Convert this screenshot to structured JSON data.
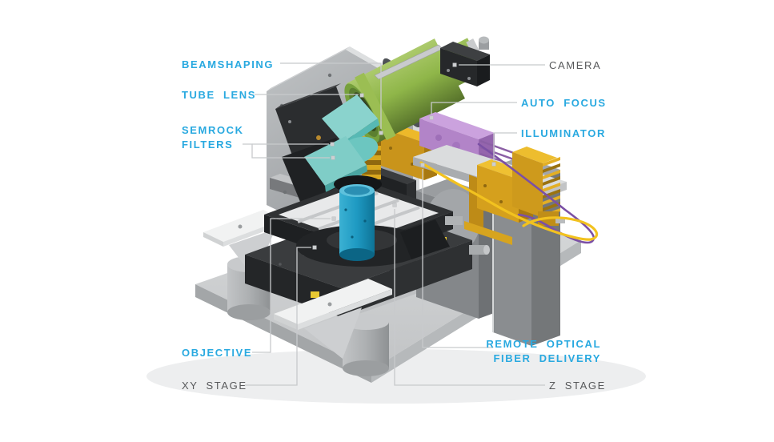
{
  "figure": {
    "description": "Isometric 3D rendering of an automated fluorescence microscope assembly with callout labels",
    "background": "#FFFFFF",
    "palette": {
      "label_cyan": "#29A9E0",
      "label_gray": "#58595B",
      "leader_line": "#C8CACC",
      "base_gray": "#C9CBCD",
      "plate_gray": "#A7AAAD",
      "metal_black": "#26282A",
      "tube_lens_green": "#8FB649",
      "filter_teal": "#7ECFC9",
      "objective_blue": "#1E99C2",
      "gold": "#D5A01D",
      "autofocus_purple": "#B284C8",
      "fiber_yellow": "#F2C21F",
      "fiber_purple": "#7B50A5"
    },
    "labels": {
      "beamshaping": {
        "text": "BEAMSHAPING",
        "color": "#29A9E0"
      },
      "tube_lens": {
        "text": "TUBE LENS",
        "color": "#29A9E0"
      },
      "semrock_filters": {
        "text": "SEMROCK\nFILTERS",
        "color": "#29A9E0"
      },
      "camera": {
        "text": "CAMERA",
        "color": "#58595B"
      },
      "auto_focus": {
        "text": "AUTO FOCUS",
        "color": "#29A9E0"
      },
      "illuminator": {
        "text": "ILLUMINATOR",
        "color": "#29A9E0"
      },
      "objective": {
        "text": "OBJECTIVE",
        "color": "#29A9E0"
      },
      "xy_stage": {
        "text": "XY STAGE",
        "color": "#58595B"
      },
      "remote_fiber": {
        "text": "REMOTE OPTICAL\nFIBER DELIVERY",
        "color": "#29A9E0"
      },
      "z_stage": {
        "text": "Z STAGE",
        "color": "#58595B"
      }
    },
    "components": [
      {
        "id": "base-plate",
        "name": "Base plate",
        "color": "#C9CBCD"
      },
      {
        "id": "back-plate",
        "name": "Vertical mounting plate",
        "color": "#A7AAAD"
      },
      {
        "id": "tube-lens-barrel",
        "name": "Tube lens barrel",
        "color": "#8FB649"
      },
      {
        "id": "camera-unit",
        "name": "Camera",
        "color": "#26282A"
      },
      {
        "id": "semrock-filters",
        "name": "Semrock filters",
        "color": "#7ECFC9"
      },
      {
        "id": "objective-unit",
        "name": "Objective",
        "color": "#1E99C2"
      },
      {
        "id": "xy-stage-unit",
        "name": "XY stage",
        "color": "#26282A"
      },
      {
        "id": "z-stage-unit",
        "name": "Z stage",
        "color": "#202224"
      },
      {
        "id": "beamshaping-unit",
        "name": "Beamshaping module",
        "color": "#D5A01D"
      },
      {
        "id": "auto-focus-unit",
        "name": "Auto focus module",
        "color": "#B284C8"
      },
      {
        "id": "illuminator-unit",
        "name": "Illuminator",
        "color": "#D5A01D"
      },
      {
        "id": "fiber-delivery",
        "name": "Remote optical fiber delivery",
        "color": "#F2C21F"
      }
    ]
  }
}
